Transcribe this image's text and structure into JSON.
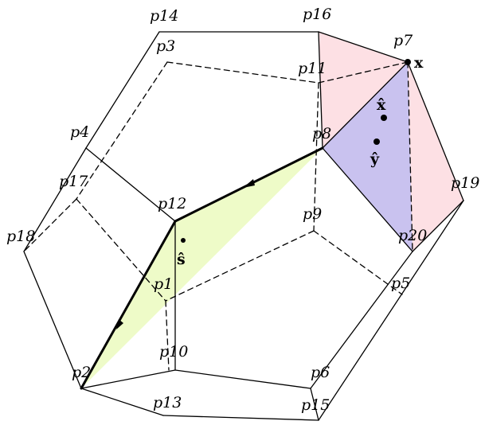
{
  "vertex_labels": {
    "p14": "p14",
    "p16": "p16",
    "p3": "p3",
    "p7": "p7",
    "p11": "p11",
    "p4": "p4",
    "p8": "p8",
    "p17": "p17",
    "p19": "p19",
    "p12": "p12",
    "p9": "p9",
    "p18": "p18",
    "p20": "p20",
    "p1": "p1",
    "p5": "p5",
    "p10": "p10",
    "p2": "p2",
    "p6": "p6",
    "p13": "p13",
    "p15": "p15"
  },
  "point_labels": {
    "x": "x",
    "x_hat": "x̂",
    "y_hat": "ŷ",
    "s_hat": "ŝ"
  },
  "colors": {
    "pink_face": "#fde0e4",
    "blue_face": "#c9c2ef",
    "green_face": "#eefbc8",
    "edge": "#000000"
  }
}
